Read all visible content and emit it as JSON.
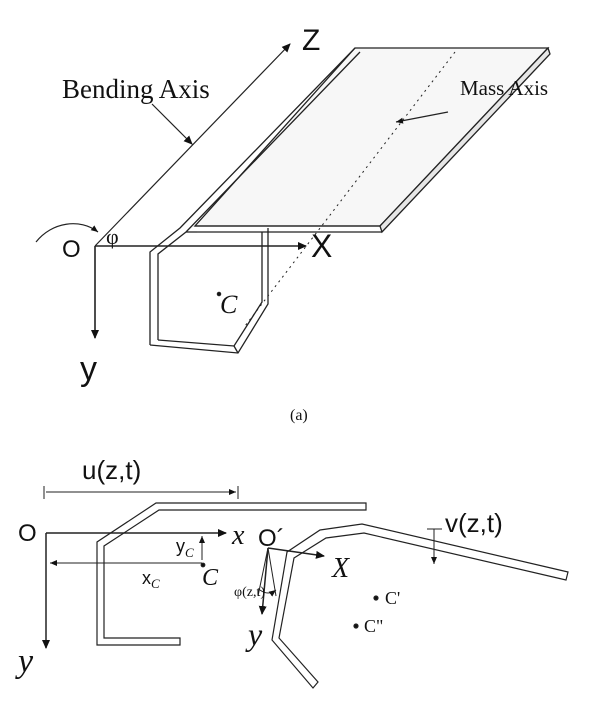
{
  "panel_a": {
    "axis_z": "Z",
    "axis_x": "X",
    "axis_y": "y",
    "origin": "O",
    "angle": "φ",
    "bending_axis": "Bending Axis",
    "mass_axis": "Mass Axis",
    "centroid": "C"
  },
  "caption": "(a)",
  "panel_b": {
    "origin": "O",
    "origin_prime": "O´",
    "axis_x": "x",
    "axis_y": "y",
    "axis_x_prime": "X",
    "axis_y_prime": "y",
    "displacement_u": "u(z,t)",
    "displacement_v": "v(z,t)",
    "rotation": "φ(z,t)",
    "centroid": "C",
    "centroid_prime": "C'",
    "centroid_double_prime": "C\"",
    "x_c": "x",
    "x_c_sub": "C",
    "y_c": "y",
    "y_c_sub": "C"
  }
}
